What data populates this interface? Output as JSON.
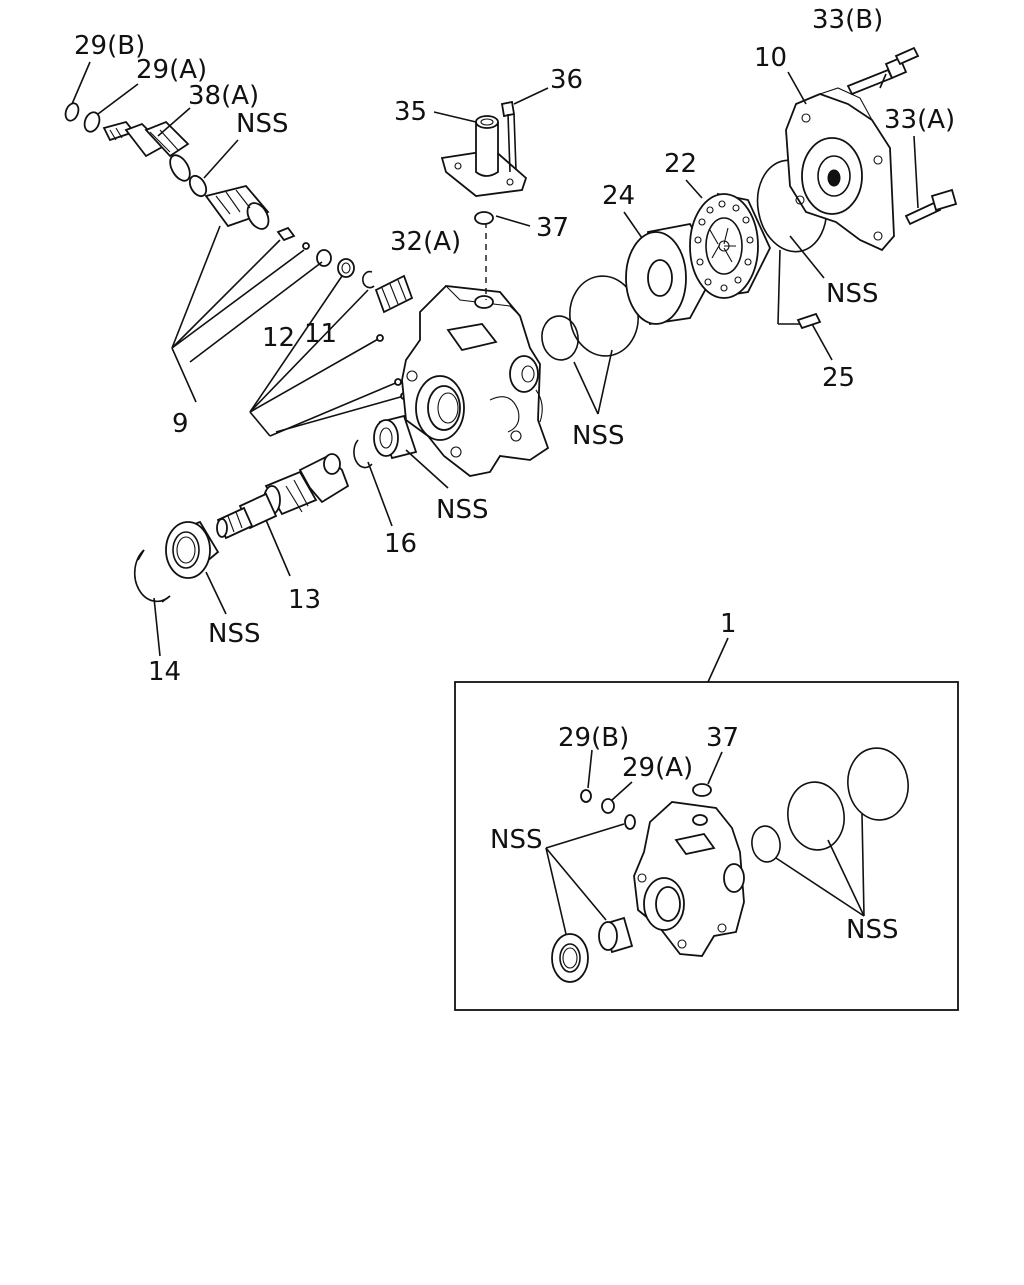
{
  "diagram": {
    "labels": {
      "l29b": "29(B)",
      "l29a": "29(A)",
      "l38a": "38(A)",
      "nss_top": "NSS",
      "l36": "36",
      "l35": "35",
      "l37": "37",
      "l24": "24",
      "l22": "22",
      "l10": "10",
      "l33b": "33(B)",
      "l33a": "33(A)",
      "nss_right": "NSS",
      "l25": "25",
      "nss_orings": "NSS",
      "l32a": "32(A)",
      "l12": "12",
      "l11": "11",
      "l9": "9",
      "nss_bush": "NSS",
      "l16": "16",
      "l13": "13",
      "nss_bearing": "NSS",
      "l14": "14",
      "l1": "1"
    },
    "inset": {
      "l29b": "29(B)",
      "l29a": "29(A)",
      "l37": "37",
      "nss_left": "NSS",
      "nss_right": "NSS"
    }
  }
}
